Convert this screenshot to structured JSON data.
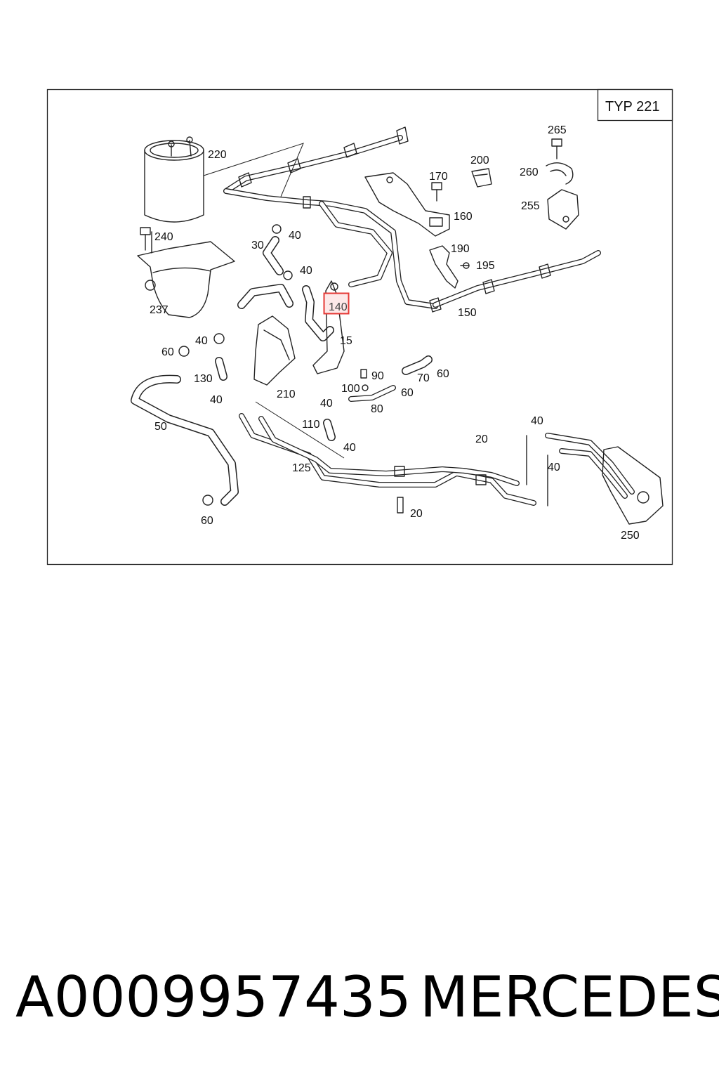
{
  "diagram": {
    "type_label": "TYP 221",
    "highlight_callout": "140",
    "highlight_color": "#e53935",
    "callouts": [
      {
        "id": "c265",
        "text": "265"
      },
      {
        "id": "c220",
        "text": "220"
      },
      {
        "id": "c200",
        "text": "200"
      },
      {
        "id": "c170",
        "text": "170"
      },
      {
        "id": "c260",
        "text": "260"
      },
      {
        "id": "c255",
        "text": "255"
      },
      {
        "id": "c160",
        "text": "160"
      },
      {
        "id": "c240",
        "text": "240"
      },
      {
        "id": "c40a",
        "text": "40"
      },
      {
        "id": "c30",
        "text": "30"
      },
      {
        "id": "c190",
        "text": "190"
      },
      {
        "id": "c40b",
        "text": "40"
      },
      {
        "id": "c195",
        "text": "195"
      },
      {
        "id": "c140",
        "text": "140"
      },
      {
        "id": "c150",
        "text": "150"
      },
      {
        "id": "c237",
        "text": "237"
      },
      {
        "id": "c40c",
        "text": "40"
      },
      {
        "id": "c15",
        "text": "15"
      },
      {
        "id": "c60a",
        "text": "60"
      },
      {
        "id": "c90",
        "text": "90"
      },
      {
        "id": "c70",
        "text": "70"
      },
      {
        "id": "c60b",
        "text": "60"
      },
      {
        "id": "c130",
        "text": "130"
      },
      {
        "id": "c210",
        "text": "210"
      },
      {
        "id": "c100",
        "text": "100"
      },
      {
        "id": "c60c",
        "text": "60"
      },
      {
        "id": "c40d",
        "text": "40"
      },
      {
        "id": "c40e",
        "text": "40"
      },
      {
        "id": "c80",
        "text": "80"
      },
      {
        "id": "c50",
        "text": "50"
      },
      {
        "id": "c110",
        "text": "110"
      },
      {
        "id": "c40f",
        "text": "40"
      },
      {
        "id": "c20a",
        "text": "20"
      },
      {
        "id": "c40g",
        "text": "40"
      },
      {
        "id": "c40h",
        "text": "40"
      },
      {
        "id": "c125",
        "text": "125"
      },
      {
        "id": "c20b",
        "text": "20"
      },
      {
        "id": "c60d",
        "text": "60"
      },
      {
        "id": "c250",
        "text": "250"
      }
    ]
  },
  "caption": {
    "part_number": "A0009957435",
    "brand": "MERCEDES"
  }
}
